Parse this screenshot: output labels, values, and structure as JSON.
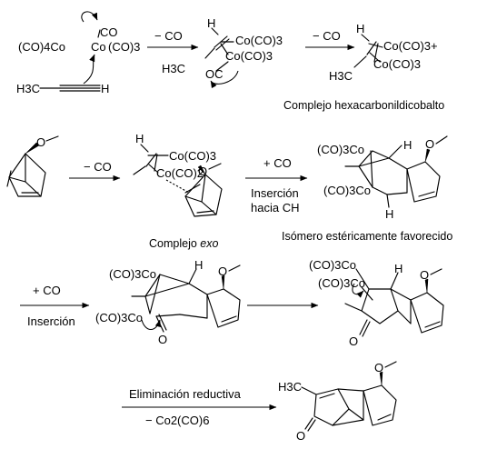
{
  "row1": {
    "s1_co_top": "CO",
    "s1_left": "(CO)4Co",
    "s1_co": "Co",
    "s1_right": "(CO)3",
    "s1_propyne_h3c": "H3C",
    "s1_propyne_h": "H",
    "arrow1_label": "− CO",
    "s2_h": "H",
    "s2_co_upper": "Co(CO)3",
    "s2_co_lower": "Co(CO)3",
    "s2_h3c": "H3C",
    "s2_oc": "OC",
    "arrow2_label": "− CO",
    "s3_h": "H",
    "s3_co_upper": "Co(CO)3+",
    "s3_co_lower": "Co(CO)3",
    "s3_h3c": "H3C",
    "caption": "Complejo hexacarbonildicobalto"
  },
  "row2": {
    "arrow1_label": "− CO",
    "s2_h": "H",
    "s2_co_upper": "Co(CO)3",
    "s2_co_lower": "Co(CO)2",
    "s2_o": "O",
    "caption_left_prefix": "Complejo ",
    "caption_left_italic": "exo",
    "arrow2_label_top": "+ CO",
    "arrow2_label_bottom1": "Inserción",
    "arrow2_label_bottom2": "hacia CH",
    "s3_co_upper": "(CO)3Co",
    "s3_co_lower": "(CO)3Co",
    "s3_h_top": "H",
    "s3_h_bottom": "H",
    "caption_right": "Isómero estéricamente favorecido"
  },
  "row3": {
    "arrow1_label_top": "+ CO",
    "arrow1_label_bottom": "Inserción",
    "s1_co_upper": "(CO)3Co",
    "s1_co_lower": "(CO)3Co",
    "s1_h": "H",
    "s1_o": "O",
    "s2_co_upper": "(CO)3Co",
    "s2_co_lower": "(CO)3Co",
    "s2_h": "H",
    "s2_o": "O"
  },
  "row4": {
    "arrow_label_top": "Eliminación reductiva",
    "arrow_label_bottom": "− Co2(CO)6",
    "p_h3c": "H3C",
    "p_o": "O"
  }
}
